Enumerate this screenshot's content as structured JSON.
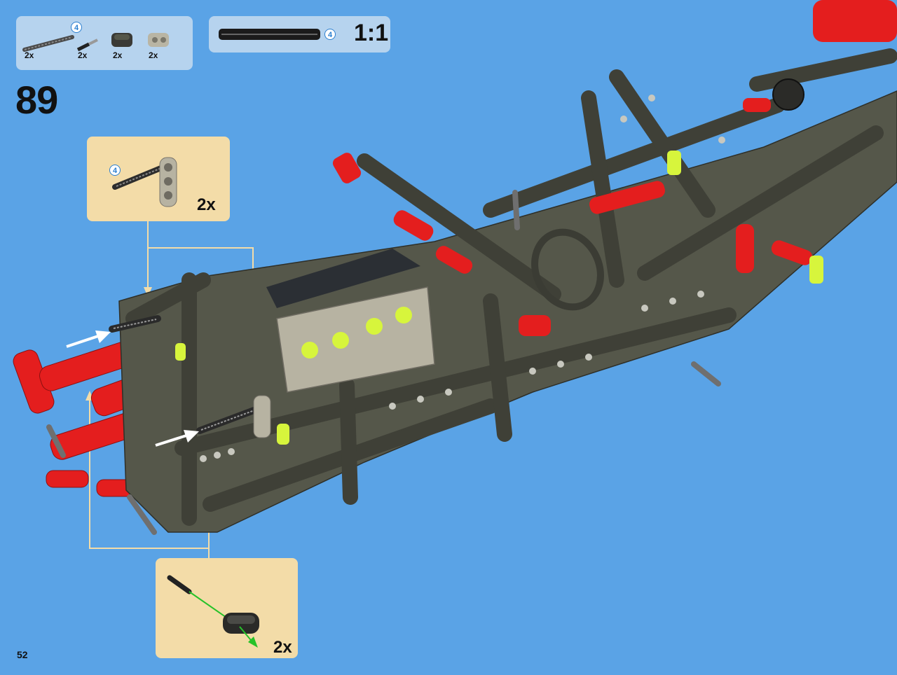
{
  "step": {
    "number": "89"
  },
  "page": {
    "number": "52"
  },
  "parts_list": {
    "items": [
      {
        "qty": "2x",
        "length": "4",
        "name": "axle-4-icon"
      },
      {
        "qty": "2x",
        "name": "axle-pin-icon"
      },
      {
        "qty": "2x",
        "name": "liftarm-icon"
      },
      {
        "qty": "2x",
        "name": "axle-connector-icon"
      }
    ]
  },
  "scale_panel": {
    "length": "4",
    "scale": "1:1"
  },
  "subassembly_1": {
    "length": "4",
    "qty": "2x"
  },
  "subassembly_2": {
    "qty": "2x"
  },
  "colors": {
    "background": "#5aa3e6",
    "panel": "#b6d3ee",
    "callout": "#f3dca8",
    "frame": "#55574a",
    "red": "#e41e1e",
    "lime": "#d7f53c"
  }
}
